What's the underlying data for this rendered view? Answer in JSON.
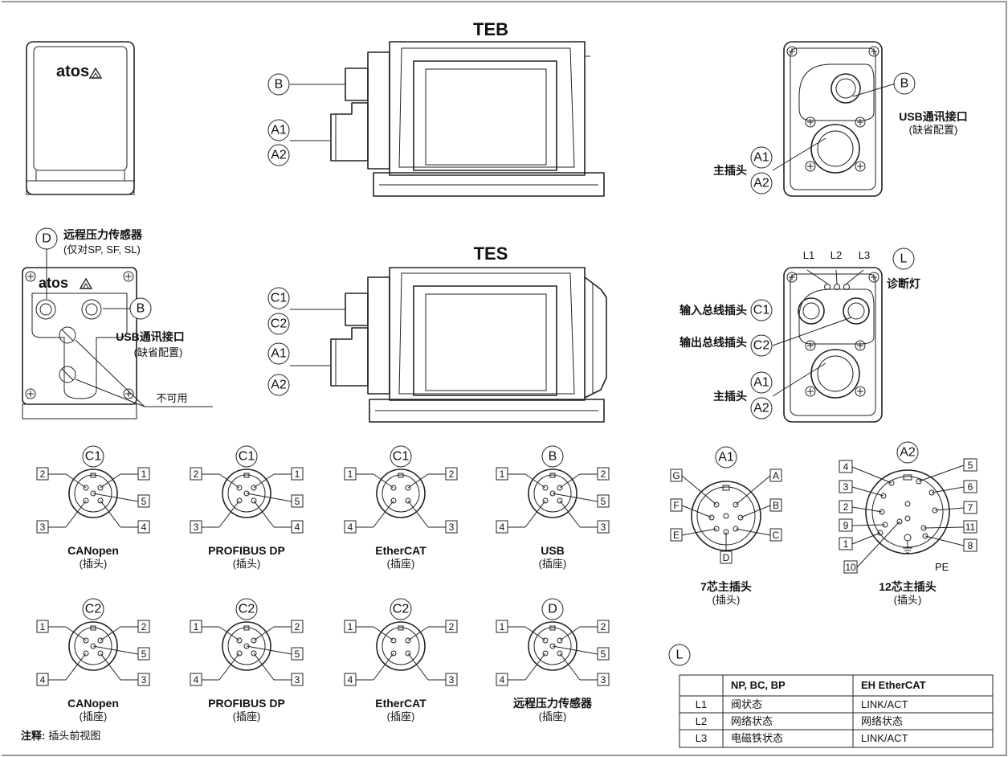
{
  "brand": "atos",
  "titles": {
    "teb": "TEB",
    "tes": "TES"
  },
  "bubbles": {
    "b": "B",
    "a1": "A1",
    "a2": "A2",
    "c1": "C1",
    "c2": "C2",
    "d": "D",
    "l": "L"
  },
  "labels": {
    "usb_port": "USB通讯接口",
    "default_config": "(缺省配置)",
    "main_plug": "主插头",
    "remote_sensor": "远程压力传感器",
    "remote_sensor_note": "(仅对SP, SF, SL)",
    "not_available": "不可用",
    "diagnostic_led": "诊断灯",
    "input_bus": "输入总线插头",
    "output_bus": "输出总线插头",
    "leds": [
      "L1",
      "L2",
      "L3"
    ],
    "pe": "PE"
  },
  "connectors": [
    {
      "key": "c1_canopen",
      "bubble": "C1",
      "name": "CANopen",
      "sub": "(插头)"
    },
    {
      "key": "c1_profibus",
      "bubble": "C1",
      "name": "PROFIBUS DP",
      "sub": "(插头)"
    },
    {
      "key": "c1_ethercat",
      "bubble": "C1",
      "name": "EtherCAT",
      "sub": "(插座)"
    },
    {
      "key": "b_usb",
      "bubble": "B",
      "name": "USB",
      "sub": "(插座)"
    },
    {
      "key": "c2_canopen",
      "bubble": "C2",
      "name": "CANopen",
      "sub": "(插座)"
    },
    {
      "key": "c2_profibus",
      "bubble": "C2",
      "name": "PROFIBUS DP",
      "sub": "(插座)"
    },
    {
      "key": "c2_ethercat",
      "bubble": "C2",
      "name": "EtherCAT",
      "sub": "(插座)"
    },
    {
      "key": "d_sensor",
      "bubble": "D",
      "name": "远程压力传感器",
      "sub": "(插座)"
    }
  ],
  "pins": {
    "four_pin": [
      "1",
      "2",
      "3",
      "4"
    ],
    "five_pin": [
      "1",
      "2",
      "3",
      "4",
      "5"
    ],
    "seven_pin": [
      "A",
      "B",
      "C",
      "D",
      "E",
      "F",
      "G"
    ],
    "twelve_pin": [
      "1",
      "2",
      "3",
      "4",
      "5",
      "6",
      "7",
      "8",
      "9",
      "10",
      "11"
    ]
  },
  "main_plugs": {
    "a1": {
      "bubble": "A1",
      "name": "7芯主插头",
      "sub": "(插头)"
    },
    "a2": {
      "bubble": "A2",
      "name": "12芯主插头",
      "sub": "(插头)"
    }
  },
  "note": {
    "prefix": "注释:",
    "text": "插头前视图"
  },
  "led_table": {
    "bubble": "L",
    "headers": [
      "",
      "NP, BC, BP",
      "EH EtherCAT"
    ],
    "rows": [
      [
        "L1",
        "阀状态",
        "LINK/ACT"
      ],
      [
        "L2",
        "网络状态",
        "网络状态"
      ],
      [
        "L3",
        "电磁铁状态",
        "LINK/ACT"
      ]
    ]
  }
}
